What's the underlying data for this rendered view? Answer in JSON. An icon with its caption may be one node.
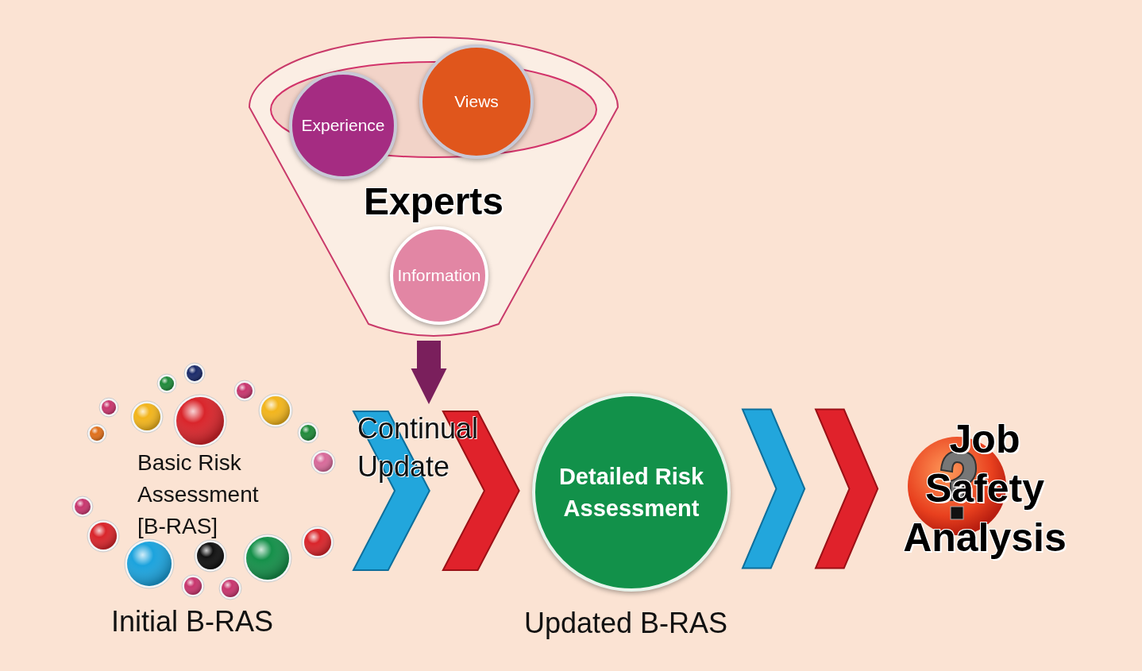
{
  "diagram": {
    "nodes": [
      {
        "text": [
          "Experts"
        ]
      },
      {
        "text": [
          "Experience"
        ],
        "in": 0
      },
      {
        "text": [
          "Views"
        ],
        "in": 0
      },
      {
        "text": [
          "Information"
        ],
        "in": 0
      },
      {
        "text": [
          "Basic Risk Assessment [B-RAS]"
        ],
        "beside": [
          "Initial B-RAS"
        ]
      },
      {
        "text": [
          "Continual Update"
        ]
      },
      {
        "text": [
          "Detailed Risk Assessment"
        ],
        "beside": [
          "Updated B-RAS"
        ]
      },
      {
        "text": [
          "Job Safety Analysis"
        ]
      }
    ],
    "edges": [
      {
        "from": 0,
        "to": 5,
        "arrow": "to"
      },
      {
        "from": 4,
        "to": 6,
        "arrow": "to"
      },
      {
        "from": 6,
        "to": 7,
        "arrow": "to"
      }
    ]
  }
}
